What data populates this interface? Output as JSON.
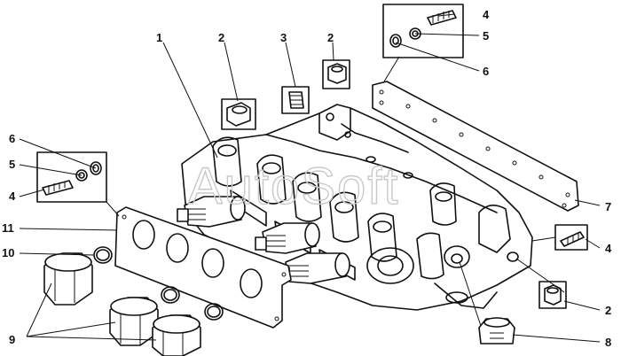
{
  "watermark": "AutoSoft",
  "callouts": [
    {
      "id": "c1-a",
      "label": "1"
    },
    {
      "id": "c2-a",
      "label": "2"
    },
    {
      "id": "c3-a",
      "label": "3"
    },
    {
      "id": "c2-b",
      "label": "2"
    },
    {
      "id": "c4-a",
      "label": "4"
    },
    {
      "id": "c5-a",
      "label": "5"
    },
    {
      "id": "c6-a",
      "label": "6"
    },
    {
      "id": "c6-b",
      "label": "6"
    },
    {
      "id": "c5-b",
      "label": "5"
    },
    {
      "id": "c4-b",
      "label": "4"
    },
    {
      "id": "c11",
      "label": "11"
    },
    {
      "id": "c10",
      "label": "10"
    },
    {
      "id": "c9",
      "label": "9"
    },
    {
      "id": "c7",
      "label": "7"
    },
    {
      "id": "c4-c",
      "label": "4"
    },
    {
      "id": "c2-c",
      "label": "2"
    },
    {
      "id": "c8",
      "label": "8"
    }
  ]
}
